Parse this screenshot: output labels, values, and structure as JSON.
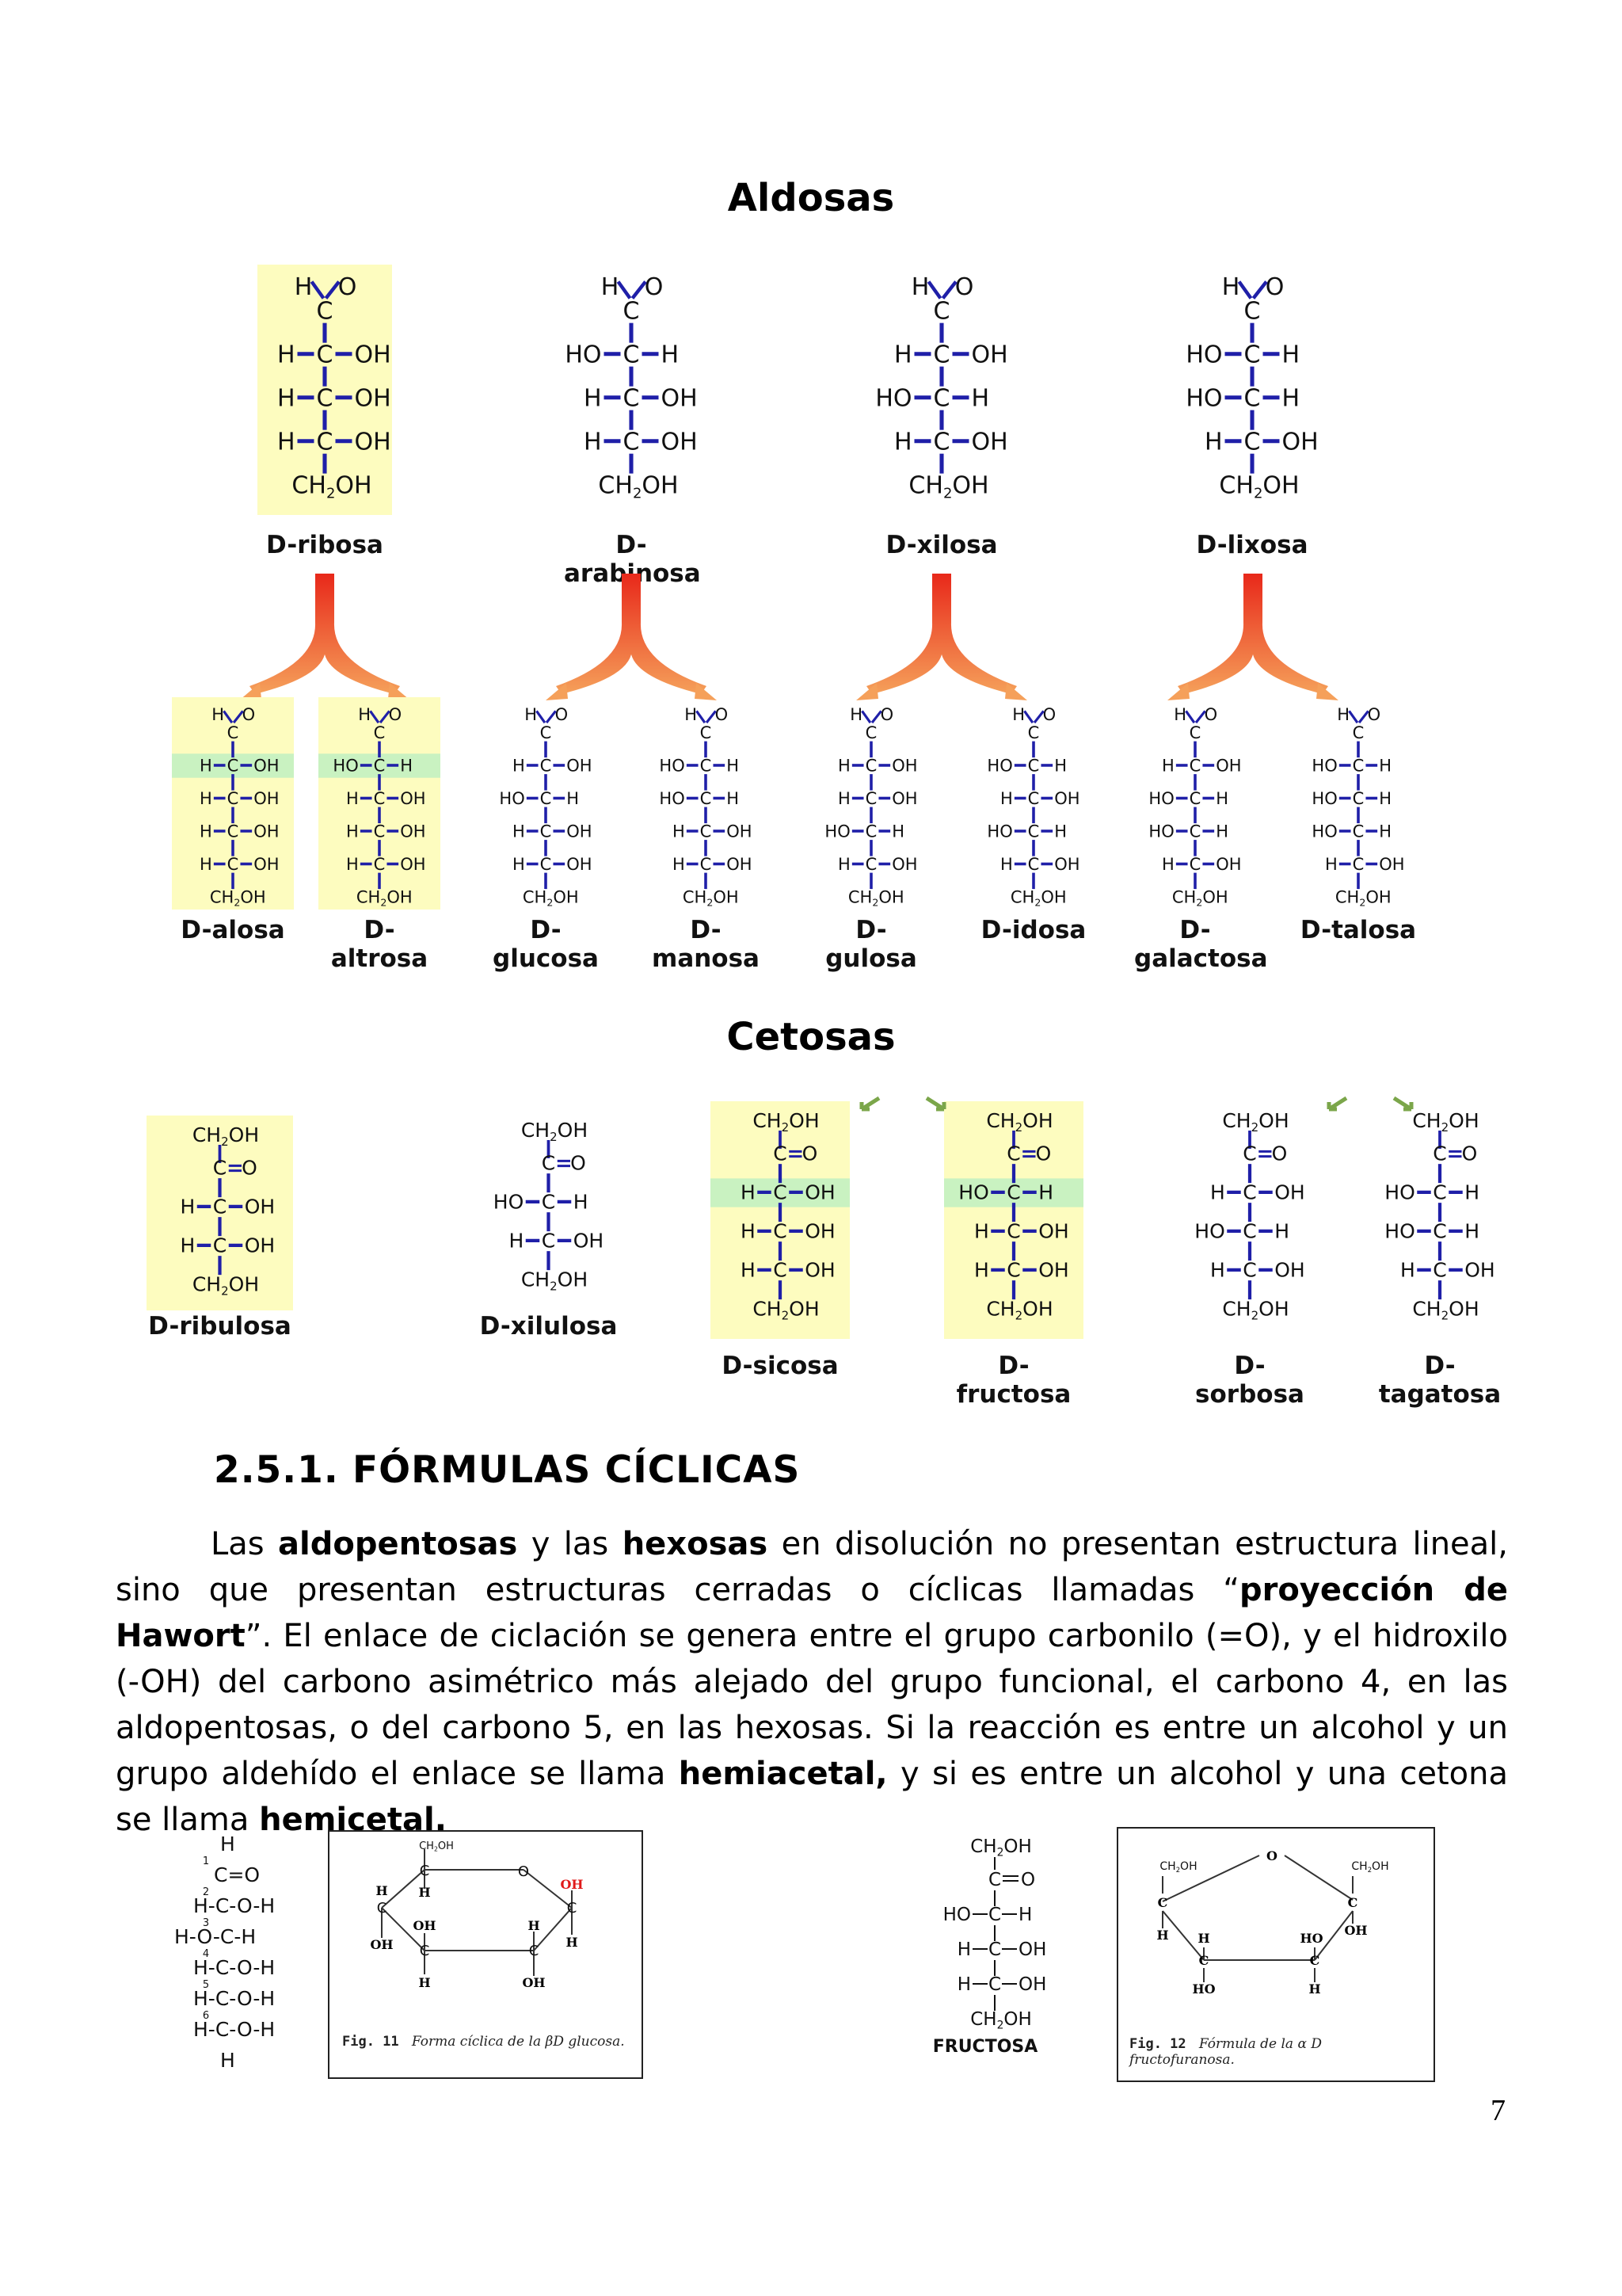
{
  "section_titles": {
    "aldosas": "Aldosas",
    "cetosas": "Cetosas"
  },
  "aldo_top": [
    {
      "name": "D-ribosa",
      "rows": [
        [
          "H",
          "C",
          "OH"
        ],
        [
          "H",
          "C",
          "OH"
        ],
        [
          "H",
          "C",
          "OH"
        ]
      ]
    },
    {
      "name": "D-arabinosa",
      "rows": [
        [
          "HO",
          "C",
          "H"
        ],
        [
          "H",
          "C",
          "OH"
        ],
        [
          "H",
          "C",
          "OH"
        ]
      ]
    },
    {
      "name": "D-xilosa",
      "rows": [
        [
          "H",
          "C",
          "OH"
        ],
        [
          "HO",
          "C",
          "H"
        ],
        [
          "H",
          "C",
          "OH"
        ]
      ]
    },
    {
      "name": "D-lixosa",
      "rows": [
        [
          "HO",
          "C",
          "H"
        ],
        [
          "HO",
          "C",
          "H"
        ],
        [
          "H",
          "C",
          "OH"
        ]
      ]
    }
  ],
  "aldo_bottom": [
    {
      "name": "D-alosa",
      "rows": [
        [
          "H",
          "C",
          "OH"
        ],
        [
          "H",
          "C",
          "OH"
        ],
        [
          "H",
          "C",
          "OH"
        ],
        [
          "H",
          "C",
          "OH"
        ]
      ]
    },
    {
      "name": "D-altrosa",
      "rows": [
        [
          "HO",
          "C",
          "H"
        ],
        [
          "H",
          "C",
          "OH"
        ],
        [
          "H",
          "C",
          "OH"
        ],
        [
          "H",
          "C",
          "OH"
        ]
      ]
    },
    {
      "name": "D-glucosa",
      "rows": [
        [
          "H",
          "C",
          "OH"
        ],
        [
          "HO",
          "C",
          "H"
        ],
        [
          "H",
          "C",
          "OH"
        ],
        [
          "H",
          "C",
          "OH"
        ]
      ]
    },
    {
      "name": "D-manosa",
      "rows": [
        [
          "HO",
          "C",
          "H"
        ],
        [
          "HO",
          "C",
          "H"
        ],
        [
          "H",
          "C",
          "OH"
        ],
        [
          "H",
          "C",
          "OH"
        ]
      ]
    },
    {
      "name": "D-gulosa",
      "rows": [
        [
          "H",
          "C",
          "OH"
        ],
        [
          "H",
          "C",
          "OH"
        ],
        [
          "HO",
          "C",
          "H"
        ],
        [
          "H",
          "C",
          "OH"
        ]
      ]
    },
    {
      "name": "D-idosa",
      "rows": [
        [
          "HO",
          "C",
          "H"
        ],
        [
          "H",
          "C",
          "OH"
        ],
        [
          "HO",
          "C",
          "H"
        ],
        [
          "H",
          "C",
          "OH"
        ]
      ]
    },
    {
      "name": "D-galactosa",
      "rows": [
        [
          "H",
          "C",
          "OH"
        ],
        [
          "HO",
          "C",
          "H"
        ],
        [
          "HO",
          "C",
          "H"
        ],
        [
          "H",
          "C",
          "OH"
        ]
      ]
    },
    {
      "name": "D-talosa",
      "rows": [
        [
          "HO",
          "C",
          "H"
        ],
        [
          "HO",
          "C",
          "H"
        ],
        [
          "HO",
          "C",
          "H"
        ],
        [
          "H",
          "C",
          "OH"
        ]
      ]
    }
  ],
  "keto": [
    {
      "name": "D-ribulosa",
      "rows": [
        [
          "H",
          "C",
          "OH"
        ],
        [
          "H",
          "C",
          "OH"
        ]
      ]
    },
    {
      "name": "D-xilulosa",
      "rows": [
        [
          "HO",
          "C",
          "H"
        ],
        [
          "H",
          "C",
          "OH"
        ]
      ]
    },
    {
      "name": "D-sicosa",
      "rows": [
        [
          "H",
          "C",
          "OH"
        ],
        [
          "H",
          "C",
          "OH"
        ],
        [
          "H",
          "C",
          "OH"
        ]
      ]
    },
    {
      "name": "D-fructosa",
      "rows": [
        [
          "HO",
          "C",
          "H"
        ],
        [
          "H",
          "C",
          "OH"
        ],
        [
          "H",
          "C",
          "OH"
        ]
      ]
    },
    {
      "name": "D-sorbosa",
      "rows": [
        [
          "H",
          "C",
          "OH"
        ],
        [
          "HO",
          "C",
          "H"
        ],
        [
          "H",
          "C",
          "OH"
        ]
      ]
    },
    {
      "name": "D-tagatosa",
      "rows": [
        [
          "HO",
          "C",
          "H"
        ],
        [
          "HO",
          "C",
          "H"
        ],
        [
          "H",
          "C",
          "OH"
        ]
      ]
    }
  ],
  "formula": {
    "aldehyde_h": "H",
    "aldehyde_c": "C",
    "aldehyde_o": "O",
    "ch2oh": "CH2OH",
    "keto_c": "C",
    "keto_o": "O"
  },
  "heading": "2.5.1. FÓRMULAS CÍCLICAS",
  "paragraph": {
    "p1": "Las ",
    "b1": "aldopentosas",
    "p2": " y las ",
    "b2": "hexosas",
    "p3": " en disolución no presentan estructura lineal, sino que presentan estructuras cerradas o cíclicas llamadas “",
    "b3": "proyección de Hawort",
    "p4": "”. El enlace de ciclación se genera entre el grupo carbonilo (=O), y el hidroxilo (-OH) del carbono asimétrico más alejado del grupo funcional, el carbono 4, en las aldopentosas, o del carbono 5, en las hexosas. Si la reacción es entre un alcohol y un grupo aldehído el enlace se llama ",
    "b4": "hemiacetal,",
    "p5": " y si es entre un alcohol y una cetona se llama ",
    "b5": "hemicetal."
  },
  "glucose_linear": {
    "rows": [
      "H",
      "C=O",
      "H-C-O-H",
      "H-O-C-H",
      "H-C-O-H",
      "H-C-O-H",
      "H-C-O-H",
      "H"
    ],
    "numbers": [
      "1",
      "2",
      "3",
      "4",
      "5",
      "6"
    ]
  },
  "fig11": {
    "label": "Fig. 11",
    "caption": "Forma cíclica de la βD glucosa.",
    "ch2oh": "CH2OH",
    "o": "O",
    "oh": "OH",
    "h": "H",
    "c": "C"
  },
  "fructose_linear": {
    "title": "FRUCTOSA",
    "rows": [
      [
        "HO",
        "C",
        "H"
      ],
      [
        "H",
        "C",
        "OH"
      ],
      [
        "H",
        "C",
        "OH"
      ]
    ]
  },
  "fig12": {
    "label": "Fig. 12",
    "caption": "Fórmula de la α D fructofuranosa.",
    "ch2oh": "CH2OH",
    "o": "O",
    "oh": "OH",
    "h": "H",
    "ho": "HO",
    "c": "C"
  },
  "page_number": "7"
}
